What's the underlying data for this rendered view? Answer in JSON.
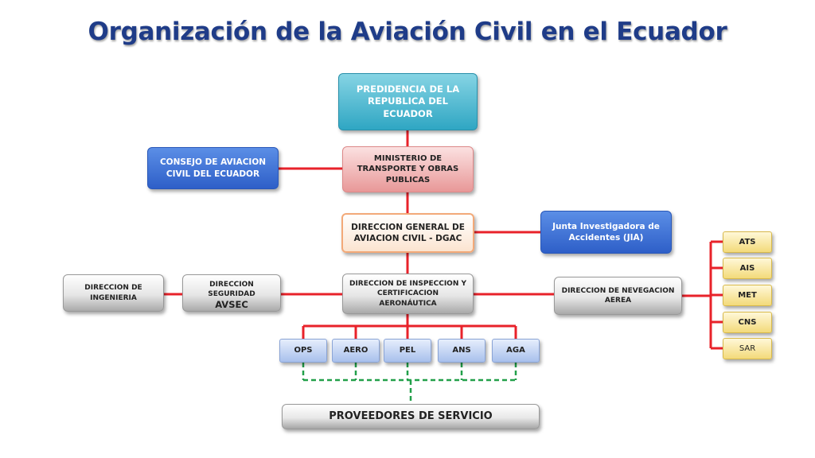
{
  "title": "Organización de la Aviación Civil en el Ecuador",
  "nodes": {
    "presidencia": "PREDIDENCIA DE LA REPUBLICA DEL ECUADOR",
    "ministerio": "MINISTERIO DE TRANSPORTE Y OBRAS PUBLICAS",
    "consejo": "CONSEJO DE AVIACION CIVIL DEL ECUADOR",
    "dgac": "DIRECCION GENERAL DE AVIACION CIVIL - DGAC",
    "jia": "Junta Investigadora de Accidentes  (JIA)",
    "ingenieria": "DIRECCION DE INGENIERIA",
    "seguridad_line1": "DIRECCION SEGURIDAD",
    "seguridad_line2": "AVSEC",
    "inspeccion": "DIRECCION DE INSPECCION Y CERTIFICACION AERONÁUTICA",
    "navegacion": "DIRECCION DE NEVEGACION AEREA",
    "proveedores": "PROVEEDORES DE SERVICIO"
  },
  "inspection_units": [
    "OPS",
    "AERO",
    "PEL",
    "ANS",
    "AGA"
  ],
  "navigation_units": [
    "ATS",
    "AIS",
    "MET",
    "CNS",
    "SAR"
  ],
  "colors": {
    "title": "#1f3c88",
    "connector": "#e8222a",
    "dashed_connector": "#22a04a"
  }
}
